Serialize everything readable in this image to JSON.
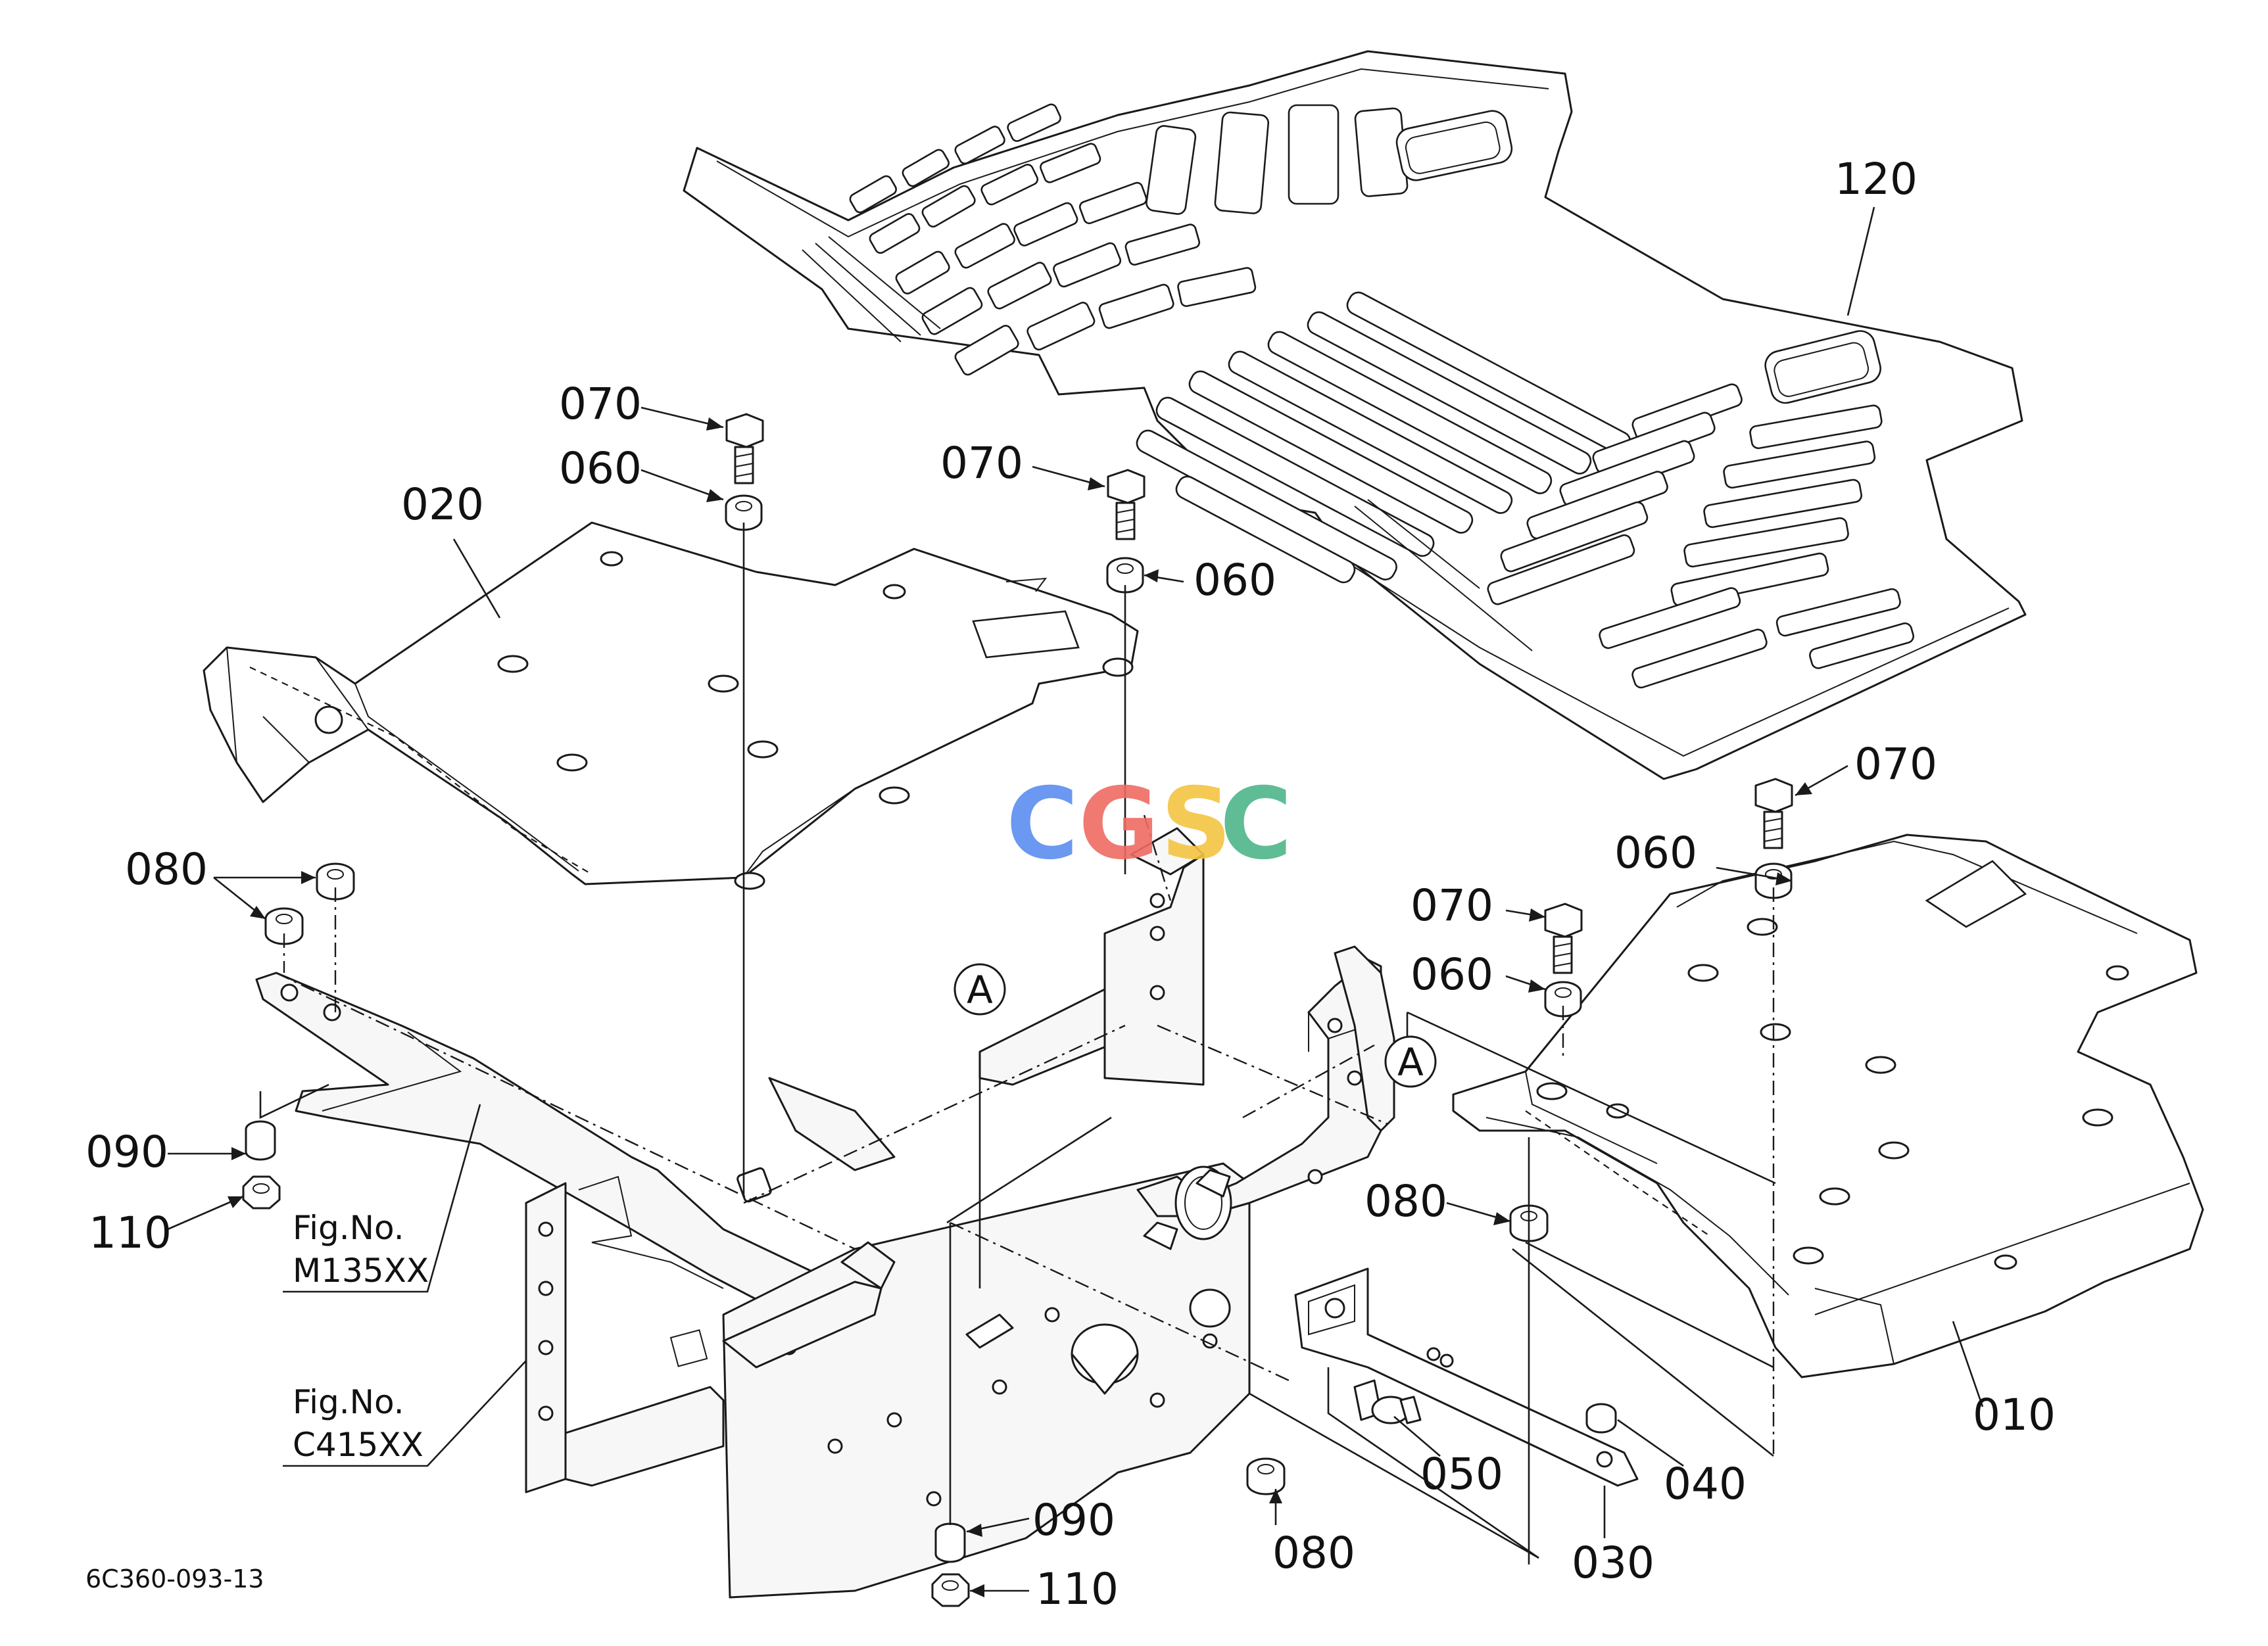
{
  "diagram_id": "6C360-093-13",
  "watermark": {
    "letters": [
      "C",
      "G",
      "S",
      "C"
    ],
    "colors": [
      "#5b8def",
      "#ef6b63",
      "#f4c542",
      "#4fb58a"
    ]
  },
  "callouts": {
    "p120": "120",
    "p070_a": "070",
    "p060_a": "060",
    "p020": "020",
    "p070_b": "070",
    "p060_b": "060",
    "p070_c": "070",
    "p060_c": "060",
    "p070_d": "070",
    "p060_d": "060",
    "p080_a": "080",
    "p090_a": "090",
    "p110_a": "110",
    "p080_b": "080",
    "p010": "010",
    "p050": "050",
    "p040": "040",
    "p030": "030",
    "p090_b": "090",
    "p110_b": "110",
    "p080_c": "080"
  },
  "references": {
    "ref1_label": "Fig.No.",
    "ref1_value": "M135XX",
    "ref2_label": "Fig.No.",
    "ref2_value": "C415XX"
  },
  "view_markers": [
    "A",
    "A"
  ]
}
